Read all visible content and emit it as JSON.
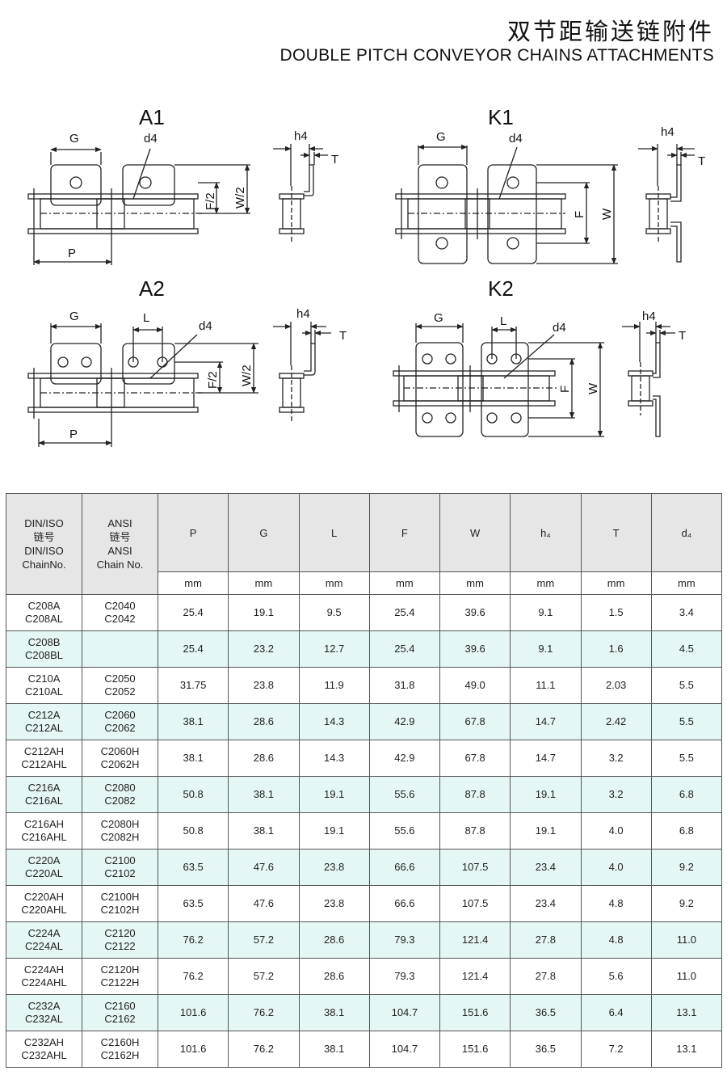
{
  "header": {
    "title_cn": "双节距输送链附件",
    "title_en": "DOUBLE PITCH CONVEYOR CHAINS ATTACHMENTS"
  },
  "diagrams": {
    "A1": {
      "name": "A1",
      "G": "G",
      "d4": "d4",
      "F2": "F/2",
      "W2": "W/2",
      "P": "P",
      "h4": "h4",
      "T": "T"
    },
    "K1": {
      "name": "K1",
      "G": "G",
      "d4": "d4",
      "F": "F",
      "W": "W",
      "h4": "h4",
      "T": "T"
    },
    "A2": {
      "name": "A2",
      "G": "G",
      "L": "L",
      "d4": "d4",
      "F2": "F/2",
      "W2": "W/2",
      "P": "P",
      "h4": "h4",
      "T": "T"
    },
    "K2": {
      "name": "K2",
      "G": "G",
      "L": "L",
      "d4": "d4",
      "F": "F",
      "W": "W",
      "h4": "h4",
      "T": "T"
    }
  },
  "table": {
    "col_din": [
      "DIN/ISO",
      "链号",
      "DIN/ISO",
      "ChainNo."
    ],
    "col_ansi": [
      "ANSI",
      "链号",
      "ANSI",
      "Chain No."
    ],
    "columns": [
      "P",
      "G",
      "L",
      "F",
      "W",
      "h₄",
      "T",
      "d₄"
    ],
    "units": [
      "mm",
      "mm",
      "mm",
      "mm",
      "mm",
      "mm",
      "mm",
      "mm"
    ],
    "rows": [
      {
        "din": [
          "C208A",
          "C208AL"
        ],
        "ansi": [
          "C2040",
          "C2042"
        ],
        "values": [
          "25.4",
          "19.1",
          "9.5",
          "25.4",
          "39.6",
          "9.1",
          "1.5",
          "3.4"
        ]
      },
      {
        "din": [
          "C208B",
          "C208BL"
        ],
        "ansi": [
          "",
          ""
        ],
        "values": [
          "25.4",
          "23.2",
          "12.7",
          "25.4",
          "39.6",
          "9.1",
          "1.6",
          "4.5"
        ]
      },
      {
        "din": [
          "C210A",
          "C210AL"
        ],
        "ansi": [
          "C2050",
          "C2052"
        ],
        "values": [
          "31.75",
          "23.8",
          "11.9",
          "31.8",
          "49.0",
          "11.1",
          "2.03",
          "5.5"
        ]
      },
      {
        "din": [
          "C212A",
          "C212AL"
        ],
        "ansi": [
          "C2060",
          "C2062"
        ],
        "values": [
          "38.1",
          "28.6",
          "14.3",
          "42.9",
          "67.8",
          "14.7",
          "2.42",
          "5.5"
        ]
      },
      {
        "din": [
          "C212AH",
          "C212AHL"
        ],
        "ansi": [
          "C2060H",
          "C2062H"
        ],
        "values": [
          "38.1",
          "28.6",
          "14.3",
          "42.9",
          "67.8",
          "14.7",
          "3.2",
          "5.5"
        ]
      },
      {
        "din": [
          "C216A",
          "C216AL"
        ],
        "ansi": [
          "C2080",
          "C2082"
        ],
        "values": [
          "50.8",
          "38.1",
          "19.1",
          "55.6",
          "87.8",
          "19.1",
          "3.2",
          "6.8"
        ]
      },
      {
        "din": [
          "C216AH",
          "C216AHL"
        ],
        "ansi": [
          "C2080H",
          "C2082H"
        ],
        "values": [
          "50.8",
          "38.1",
          "19.1",
          "55.6",
          "87.8",
          "19.1",
          "4.0",
          "6.8"
        ]
      },
      {
        "din": [
          "C220A",
          "C220AL"
        ],
        "ansi": [
          "C2100",
          "C2102"
        ],
        "values": [
          "63.5",
          "47.6",
          "23.8",
          "66.6",
          "107.5",
          "23.4",
          "4.0",
          "9.2"
        ]
      },
      {
        "din": [
          "C220AH",
          "C220AHL"
        ],
        "ansi": [
          "C2100H",
          "C2102H"
        ],
        "values": [
          "63.5",
          "47.6",
          "23.8",
          "66.6",
          "107.5",
          "23.4",
          "4.8",
          "9.2"
        ]
      },
      {
        "din": [
          "C224A",
          "C224AL"
        ],
        "ansi": [
          "C2120",
          "C2122"
        ],
        "values": [
          "76.2",
          "57.2",
          "28.6",
          "79.3",
          "121.4",
          "27.8",
          "4.8",
          "11.0"
        ]
      },
      {
        "din": [
          "C224AH",
          "C224AHL"
        ],
        "ansi": [
          "C2120H",
          "C2122H"
        ],
        "values": [
          "76.2",
          "57.2",
          "28.6",
          "79.3",
          "121.4",
          "27.8",
          "5.6",
          "11.0"
        ]
      },
      {
        "din": [
          "C232A",
          "C232AL"
        ],
        "ansi": [
          "C2160",
          "C2162"
        ],
        "values": [
          "101.6",
          "76.2",
          "38.1",
          "104.7",
          "151.6",
          "36.5",
          "6.4",
          "13.1"
        ]
      },
      {
        "din": [
          "C232AH",
          "C232AHL"
        ],
        "ansi": [
          "C2160H",
          "C2162H"
        ],
        "values": [
          "101.6",
          "76.2",
          "38.1",
          "104.7",
          "151.6",
          "36.5",
          "7.2",
          "13.1"
        ]
      }
    ]
  }
}
